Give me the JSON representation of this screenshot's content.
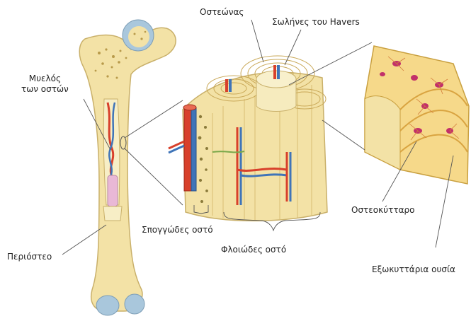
{
  "labels": {
    "osteon": "Οστεώνας",
    "haversian_canals": "Σωλήνες του Havers",
    "bone_marrow_line1": "Μυελός",
    "bone_marrow_line2": "των οστών",
    "spongy_bone": "Σπογγώδες οστό",
    "compact_bone": "Φλοιώδες οστό",
    "osteocyte": "Οστεοκύτταρο",
    "extracellular_matrix": "Εξωκυττάρια ουσία",
    "periosteum": "Περιόστεο"
  },
  "colors": {
    "bone": "#f3e2a6",
    "bone_dark": "#e0c676",
    "cartilage": "#a9c7dc",
    "artery": "#d8402b",
    "vein": "#3f74b8",
    "osteocyte": "#c2306a",
    "marrow": "#e9b8d6"
  }
}
